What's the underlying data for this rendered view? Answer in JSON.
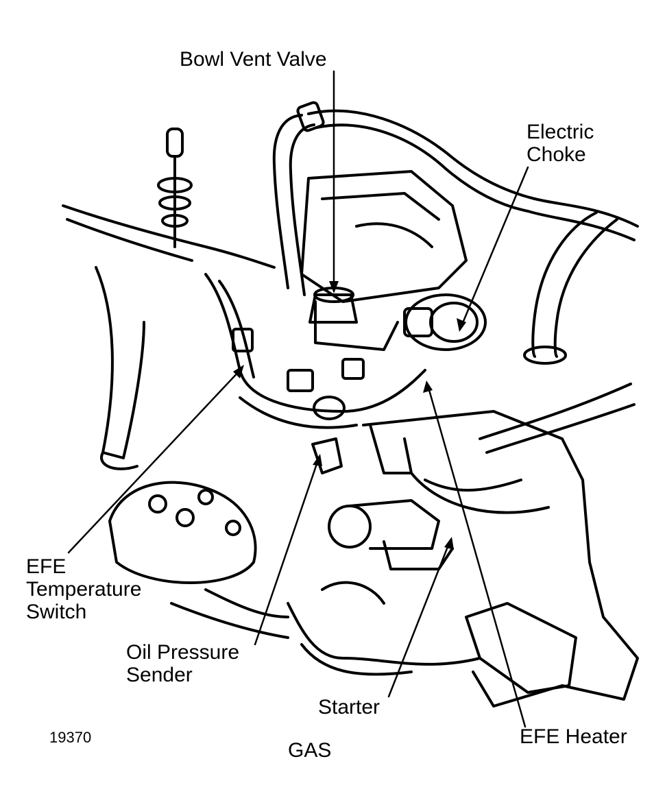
{
  "labels": {
    "bowl_vent_valve": "Bowl Vent Valve",
    "electric_choke": [
      "Electric",
      "Choke"
    ],
    "efe_temperature_switch": [
      "EFE",
      "Temperature",
      "Switch"
    ],
    "oil_pressure_sender": [
      "Oil Pressure",
      "Sender"
    ],
    "starter": "Starter",
    "efe_heater": "EFE Heater"
  },
  "figure_number": "19370",
  "caption": "GAS",
  "colors": {
    "ink": "#000000",
    "paper": "#ffffff"
  }
}
